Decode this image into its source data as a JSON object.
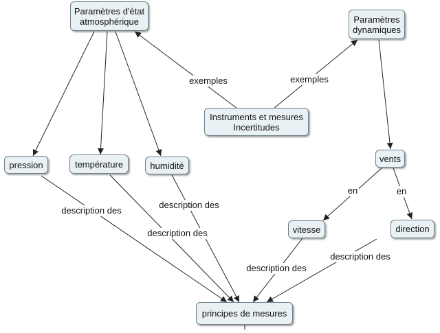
{
  "nodes": {
    "params_etat": "Paramètres d'état\natmosphérique",
    "params_dyn": "Paramètres\ndynamiques",
    "instruments": "Instruments et mesures\nIncertitudes",
    "pression": "pression",
    "temperature": "température",
    "humidite": "humidité",
    "vents": "vents",
    "vitesse": "vitesse",
    "direction": "direction",
    "principes": "principes de mesures"
  },
  "links": {
    "exemples_left": "exemples",
    "exemples_right": "exemples",
    "en_left": "en",
    "en_right": "en",
    "desc_pression": "description des",
    "desc_temperature": "description des",
    "desc_humidite": "description des",
    "desc_vitesse": "description des",
    "desc_direction": "description des"
  }
}
